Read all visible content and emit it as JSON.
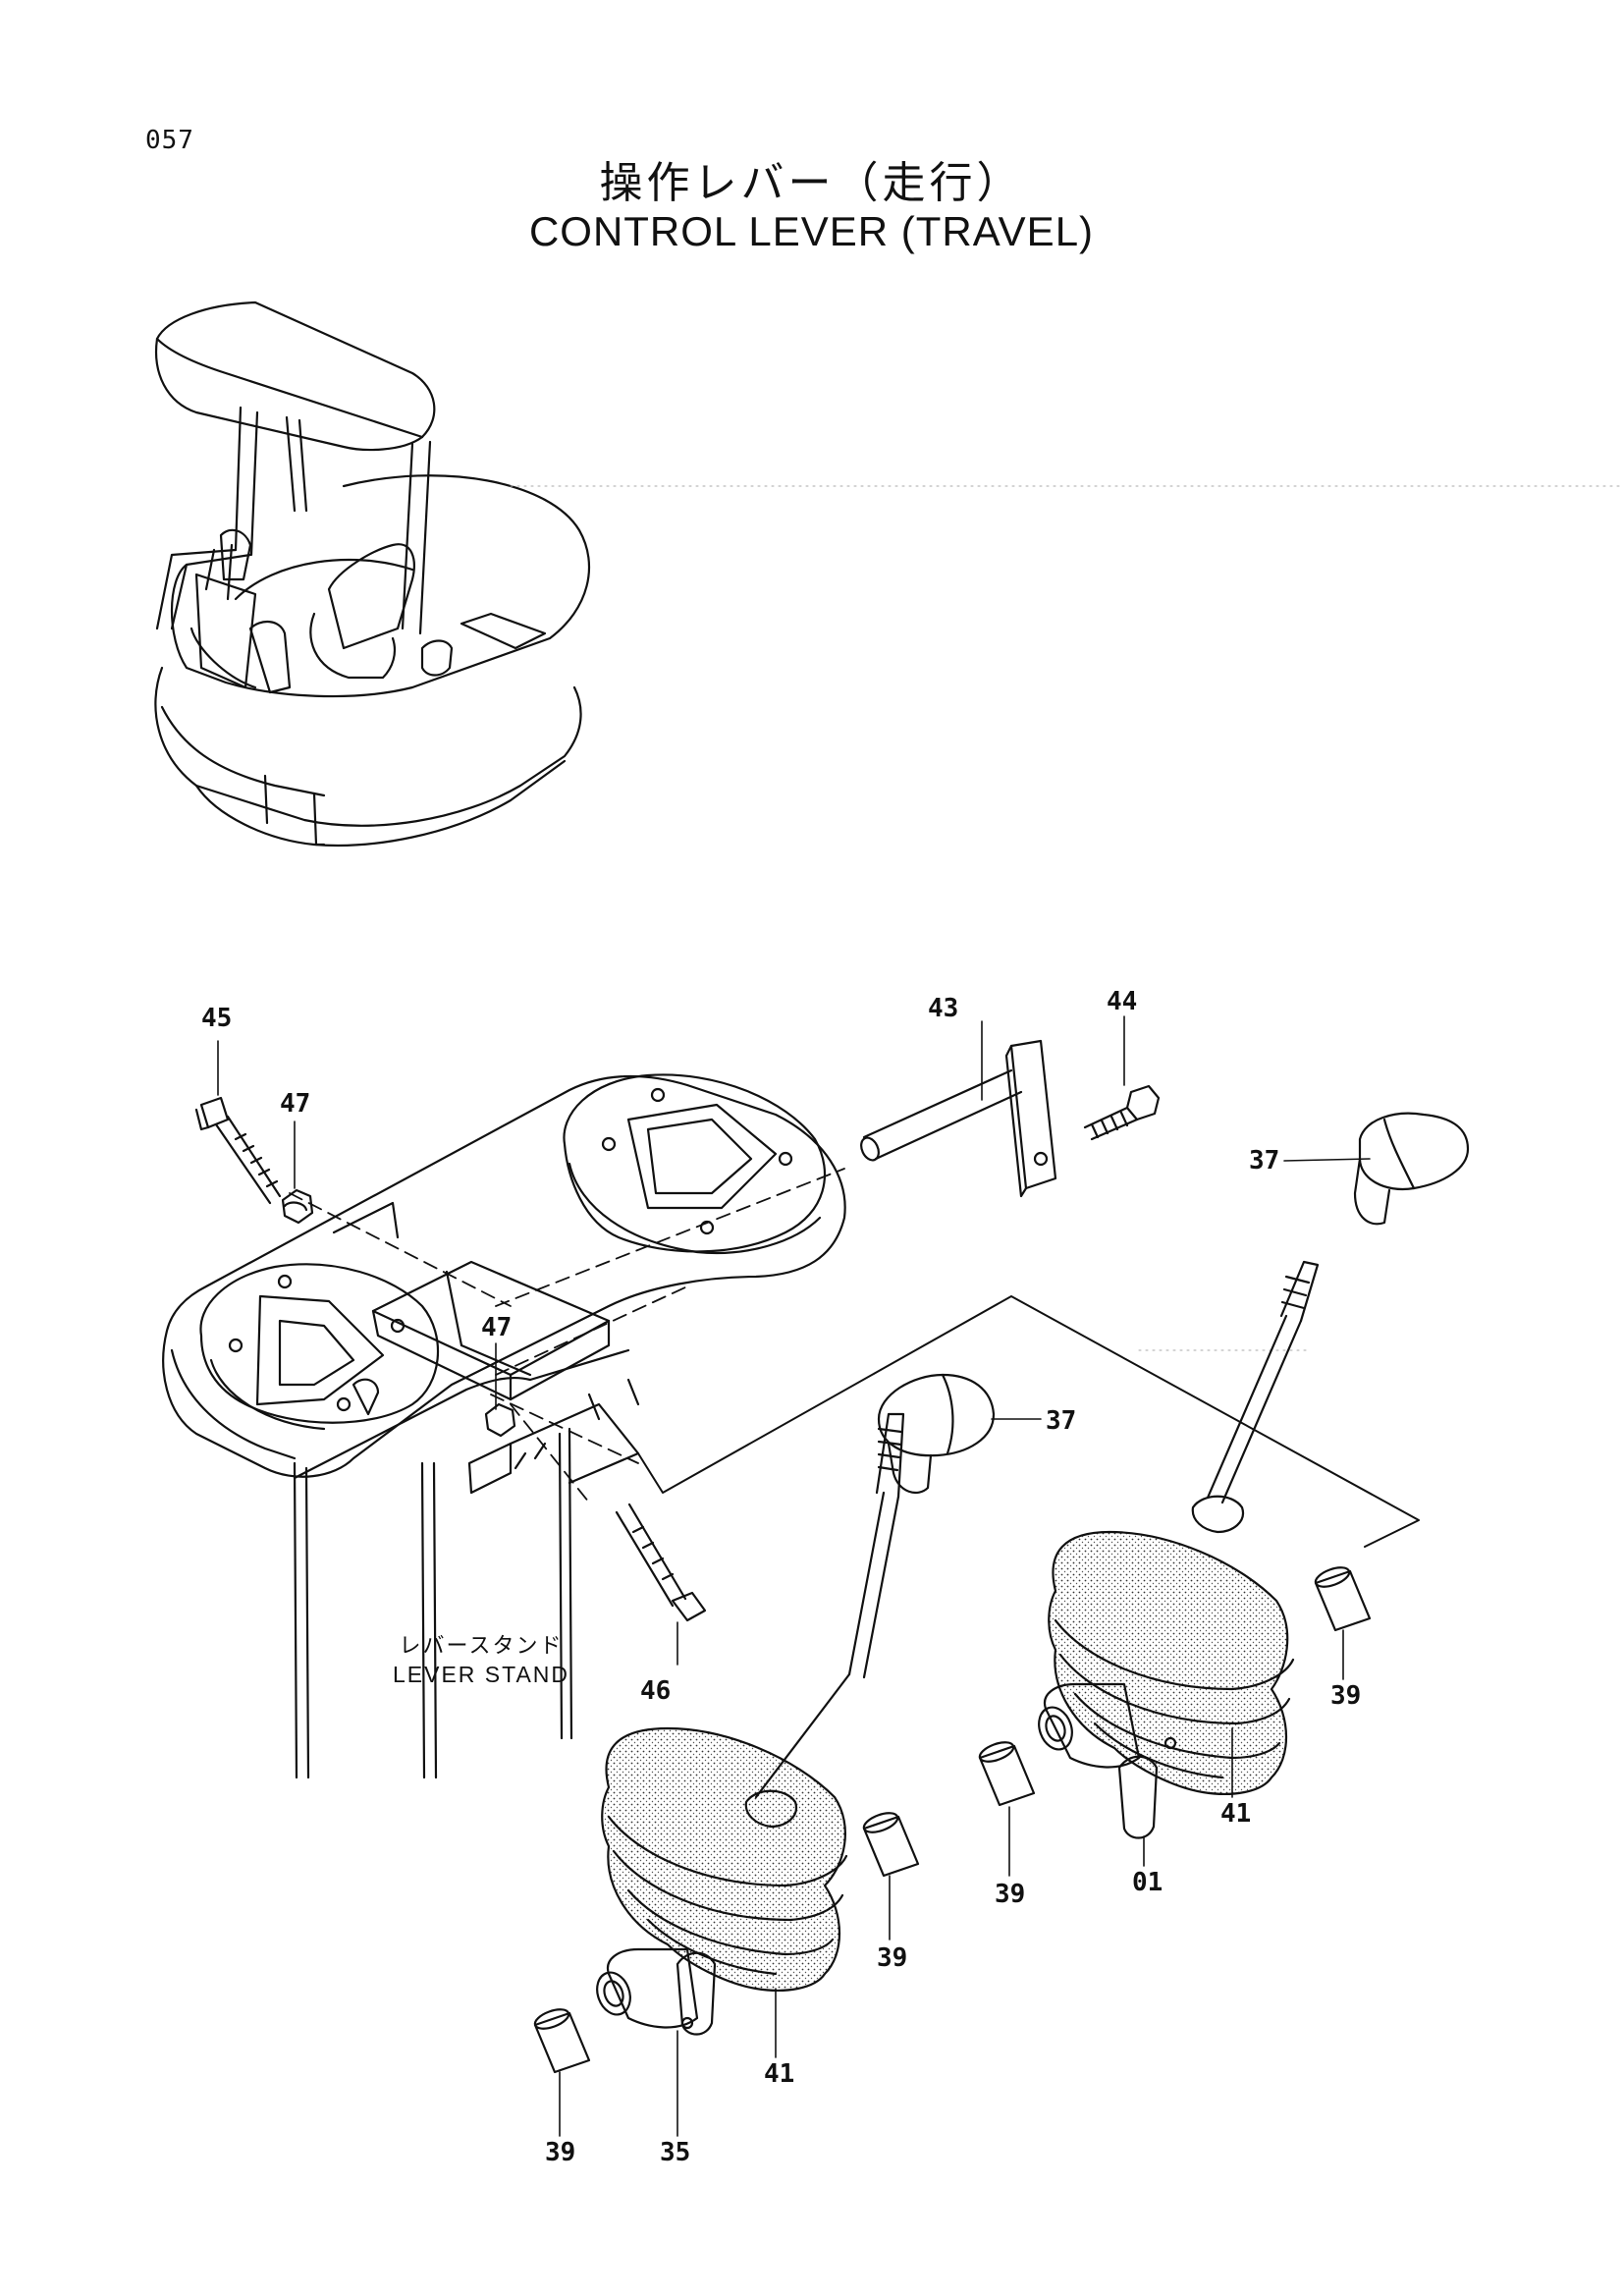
{
  "page": {
    "number": "057",
    "title_ja": "操作レバー（走行）",
    "title_en": "CONTROL LEVER (TRAVEL)"
  },
  "captions": {
    "lever_stand_ja": "レバースタンド",
    "lever_stand_en": "LEVER STAND"
  },
  "callouts": [
    {
      "id": "c45",
      "label": "45"
    },
    {
      "id": "c47a",
      "label": "47"
    },
    {
      "id": "c47b",
      "label": "47"
    },
    {
      "id": "c43",
      "label": "43"
    },
    {
      "id": "c44",
      "label": "44"
    },
    {
      "id": "c37a",
      "label": "37"
    },
    {
      "id": "c37b",
      "label": "37"
    },
    {
      "id": "c46",
      "label": "46"
    },
    {
      "id": "c39a",
      "label": "39"
    },
    {
      "id": "c39b",
      "label": "39"
    },
    {
      "id": "c39c",
      "label": "39"
    },
    {
      "id": "c39d",
      "label": "39"
    },
    {
      "id": "c41a",
      "label": "41"
    },
    {
      "id": "c41b",
      "label": "41"
    },
    {
      "id": "c01",
      "label": "01"
    },
    {
      "id": "c35",
      "label": "35"
    }
  ]
}
